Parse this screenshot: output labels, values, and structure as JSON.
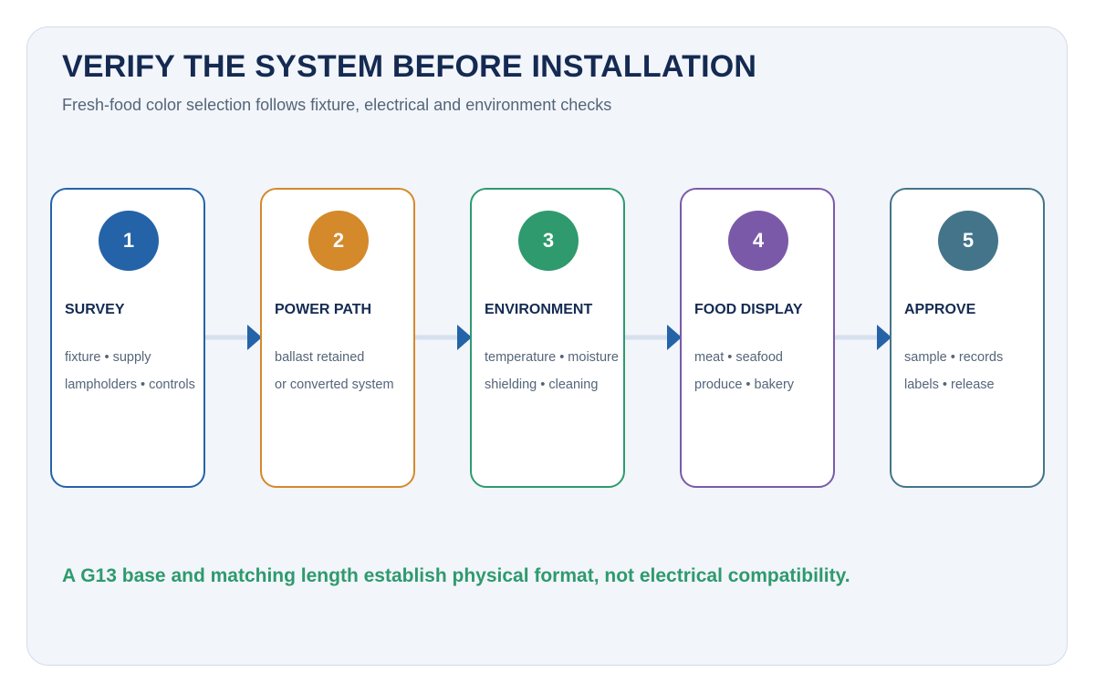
{
  "header": {
    "title": "VERIFY THE SYSTEM BEFORE INSTALLATION",
    "subtitle": "Fresh-food color selection follows fixture, electrical and environment checks"
  },
  "steps": [
    {
      "number": "1",
      "title": "SURVEY",
      "line1": "fixture • supply",
      "line2": "lampholders • controls",
      "color": "#2463a8"
    },
    {
      "number": "2",
      "title": "POWER PATH",
      "line1": "ballast retained",
      "line2": "or converted system",
      "color": "#d4892a"
    },
    {
      "number": "3",
      "title": "ENVIRONMENT",
      "line1": "temperature • moisture",
      "line2": "shielding • cleaning",
      "color": "#2e9a6d"
    },
    {
      "number": "4",
      "title": "FOOD DISPLAY",
      "line1": "meat • seafood",
      "line2": "produce • bakery",
      "color": "#7a5aa8"
    },
    {
      "number": "5",
      "title": "APPROVE",
      "line1": "sample • records",
      "line2": "labels • release",
      "color": "#44748a"
    }
  ],
  "connector_color": "#2463a8",
  "connector_line_color": "#d6e0ee",
  "footer": {
    "note": "A G13 base and matching length establish physical format, not electrical compatibility."
  }
}
